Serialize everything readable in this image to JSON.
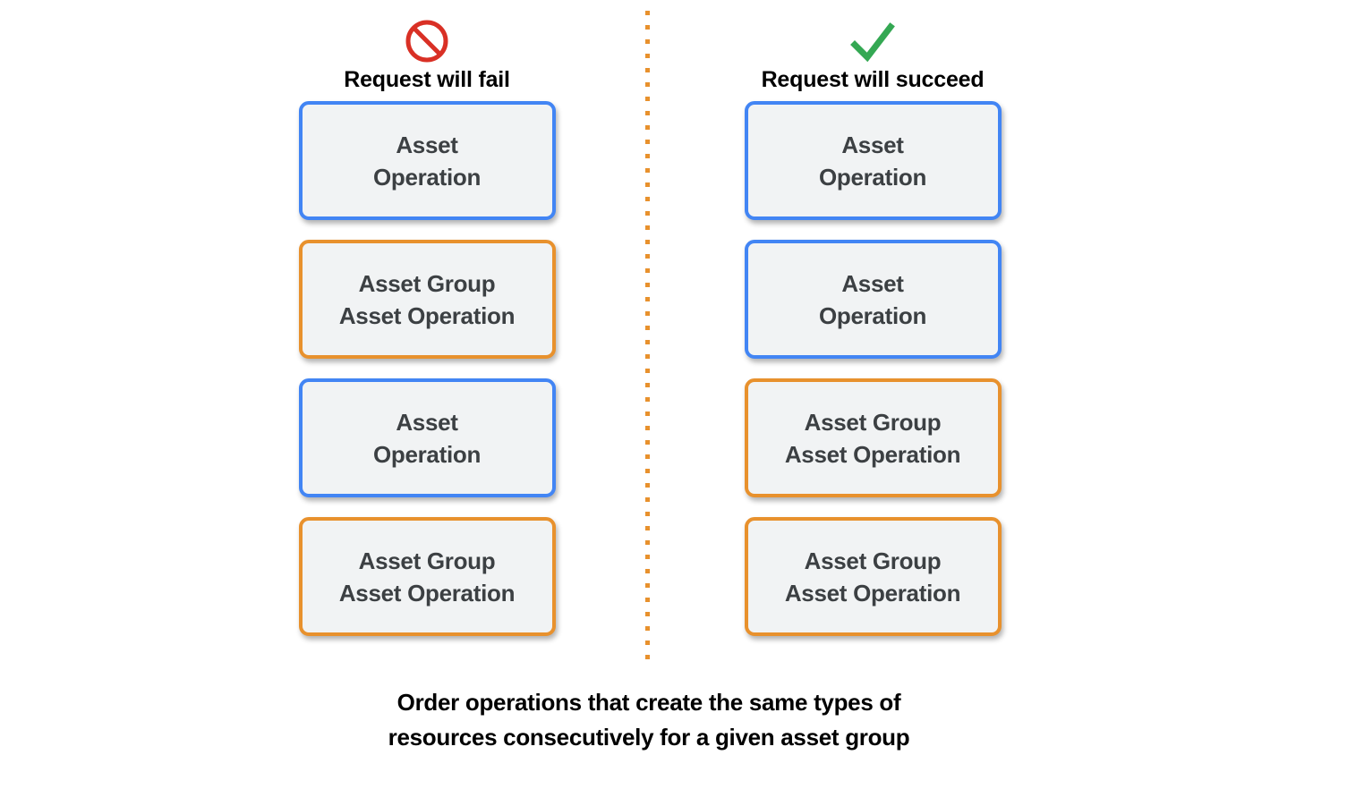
{
  "diagram": {
    "divider": {
      "style": "dotted-vertical",
      "color": "#e8912d"
    },
    "colors": {
      "card_background": "#f1f3f4",
      "card_text": "#3c4043",
      "accent_blue": "#4285f4",
      "accent_orange": "#e8912d",
      "fail_icon": "#d93025",
      "succeed_icon": "#34a853",
      "page_background": "#ffffff"
    },
    "columns": [
      {
        "id": "fail",
        "icon": "prohibition-icon",
        "title": "Request will fail",
        "cards": [
          {
            "accent": "blue",
            "lines": [
              "Asset",
              "Operation"
            ]
          },
          {
            "accent": "orange",
            "lines": [
              "Asset Group",
              "Asset Operation"
            ]
          },
          {
            "accent": "blue",
            "lines": [
              "Asset",
              "Operation"
            ]
          },
          {
            "accent": "orange",
            "lines": [
              "Asset Group",
              "Asset Operation"
            ]
          }
        ]
      },
      {
        "id": "succeed",
        "icon": "check-icon",
        "title": "Request will succeed",
        "cards": [
          {
            "accent": "blue",
            "lines": [
              "Asset",
              "Operation"
            ]
          },
          {
            "accent": "blue",
            "lines": [
              "Asset",
              "Operation"
            ]
          },
          {
            "accent": "orange",
            "lines": [
              "Asset Group",
              "Asset Operation"
            ]
          },
          {
            "accent": "orange",
            "lines": [
              "Asset Group",
              "Asset Operation"
            ]
          }
        ]
      }
    ],
    "caption": [
      "Order operations that create the same types of",
      "resources consecutively for a given asset group"
    ]
  }
}
